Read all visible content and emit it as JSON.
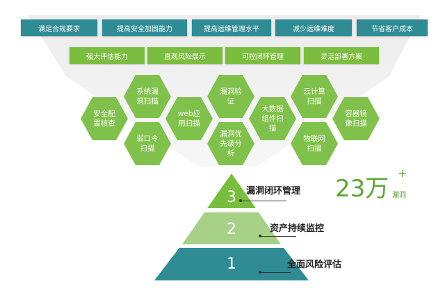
{
  "goals": [
    "满足合规要求",
    "提高安全加固能力",
    "提高运维管理水平",
    "减少运维难度",
    "节省客户成本"
  ],
  "capabilities": [
    "强大评估能力",
    "直观风险展示",
    "可控闭环管理",
    "灵活部署方案"
  ],
  "scans": [
    "安全配\n置核查",
    "系统漏\n洞扫描",
    "弱口令\n扫描",
    "web应\n用扫描",
    "漏洞验\n证",
    "漏洞优\n先级分\n析",
    "大数据\n组件扫\n描",
    "云计算\n扫描",
    "物联网\n扫描",
    "容器镜\n像扫描"
  ],
  "tiers": [
    {
      "num": "3",
      "label": "漏洞闭环管理"
    },
    {
      "num": "2",
      "label": "资产持续监控"
    },
    {
      "num": "1",
      "label": "全面风险评估"
    }
  ],
  "stat": {
    "number": "23万",
    "plus": "+",
    "unit": "漏洞"
  },
  "colors": {
    "teal": "#2f8c95",
    "green": "#7bbd3e",
    "funnel": "#e6e6e6"
  }
}
